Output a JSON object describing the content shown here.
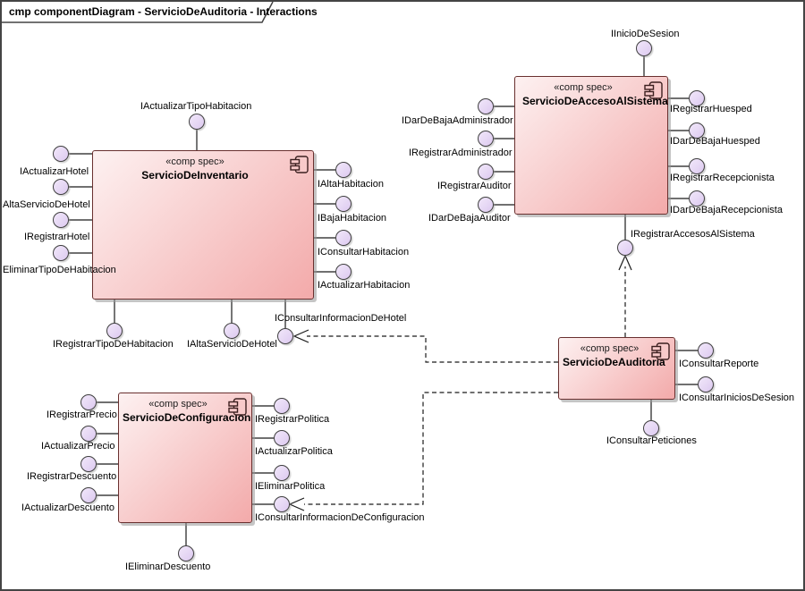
{
  "frame": {
    "title": "cmp componentDiagram - ServicioDeAuditoria - Interactions"
  },
  "stereotype": "«comp spec»",
  "components": {
    "inventario": {
      "name": "ServicioDeInventario",
      "interfaces": {
        "top1": "IActualizarTipoHabitacion",
        "left1": "IActualizarHotel",
        "left2": "AltaServicioDeHotel",
        "left3": "IRegistrarHotel",
        "left4": "EliminarTipoDeHabitacion",
        "right1": "IAltaHabitacion",
        "right2": "IBajaHabitacion",
        "right3": "IConsultarHabitacion",
        "right4": "IActualizarHabitacion",
        "bottom1": "IRegistrarTipoDeHabitacion",
        "bottom2": "IAltaServicioDeHotel",
        "bottom3": "IConsultarInformacionDeHotel"
      }
    },
    "acceso": {
      "name": "ServicioDeAccesoAlSistema",
      "interfaces": {
        "top1": "IInicioDeSesion",
        "left1": "IDarDeBajaAdministrador",
        "left2": "IRegistrarAdministrador",
        "left3": "IRegistrarAuditor",
        "left4": "IDarDeBajaAuditor",
        "right1": "IRegistrarHuesped",
        "right2": "IDarDeBajaHuesped",
        "right3": "IRegistrarRecepcionista",
        "right4": "IDarDeBajaRecepcionista",
        "bottom1": "IRegistrarAccesosAlSistema"
      }
    },
    "auditoria": {
      "name": "ServicioDeAuditoria",
      "interfaces": {
        "right1": "IConsultarReporte",
        "right2": "IConsultarIniciosDeSesion",
        "bottom1": "IConsultarPeticiones"
      }
    },
    "configuracion": {
      "name": "ServicioDeConfiguracion",
      "interfaces": {
        "left1": "IRegistrarPrecio",
        "left2": "IActualizarPrecio",
        "left3": "IRegistrarDescuento",
        "left4": "IActualizarDescuento",
        "right1": "IRegistrarPolitica",
        "right2": "IActualizarPolitica",
        "right3": "IEliminarPolitica",
        "right4": "IConsultarInformacionDeConfiguracion",
        "bottom1": "IEliminarDescuento"
      }
    }
  },
  "connectors": [
    {
      "type": "dependency-dashed",
      "from": "ServicioDeAuditoria",
      "to": "IConsultarInformacionDeHotel"
    },
    {
      "type": "dependency-dashed",
      "from": "ServicioDeAuditoria",
      "to": "IConsultarInformacionDeConfiguracion"
    },
    {
      "type": "dependency-dashed",
      "from": "ServicioDeAuditoria",
      "to": "IRegistrarAccesosAlSistema"
    }
  ],
  "colors": {
    "component-fill-start": "#fdf1f1",
    "component-fill-end": "#f3aaaa",
    "component-border": "#69302f",
    "interface-fill-start": "#f1e8fa",
    "interface-fill-end": "#ddc9f0",
    "interface-border": "#3f3f3f",
    "line": "#1b1b1b",
    "frame-border": "#444444",
    "background": "#ffffff",
    "text": "#000000"
  }
}
